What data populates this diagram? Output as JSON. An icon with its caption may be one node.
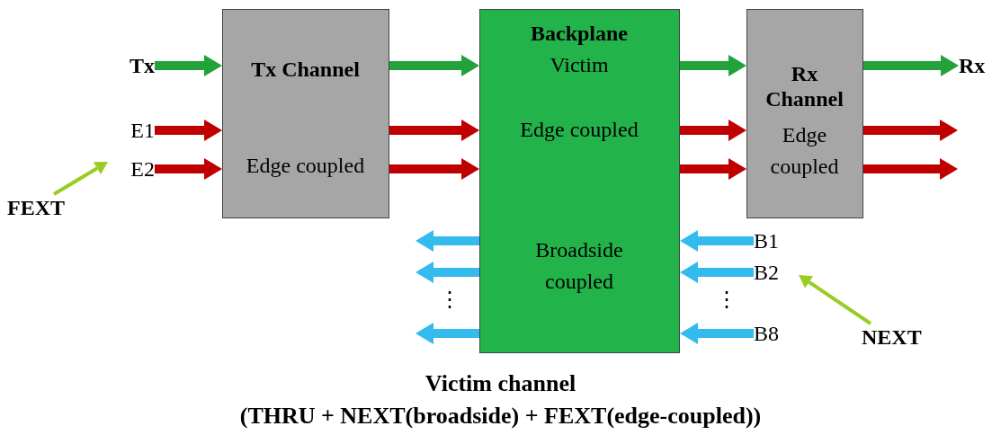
{
  "diagram": {
    "caption": "Victim channel",
    "nodes": [
      {
        "text": [
          "Tx"
        ]
      },
      {
        "text": [
          "Tx Channel",
          "Edge coupled"
        ]
      },
      {
        "text": [
          "E1"
        ]
      },
      {
        "text": [
          "E2"
        ]
      },
      {
        "text": [
          "FEXT"
        ]
      },
      {
        "text": [
          "Backplane",
          "Victim",
          "Edge coupled",
          "Broadside coupled"
        ]
      },
      {
        "text": [
          "Rx Channel",
          "Edge coupled"
        ]
      },
      {
        "text": [
          "Rx"
        ]
      },
      {
        "text": [
          "B1"
        ]
      },
      {
        "text": [
          "B2"
        ]
      },
      {
        "text": [
          "B8"
        ]
      },
      {
        "text": [
          "NEXT"
        ]
      }
    ],
    "edges": [
      {
        "from": 0,
        "to": 1,
        "arrow": "to",
        "color": "#22a33a"
      },
      {
        "from": 2,
        "to": 1,
        "arrow": "to"
      },
      {
        "from": 3,
        "to": 1,
        "arrow": "to"
      },
      {
        "from": 4,
        "to": 3,
        "arrow": "to",
        "color": "#99cc22"
      },
      {
        "from": 1,
        "to": 5,
        "arrow": "to",
        "color": "#22a33a"
      },
      {
        "from": 1,
        "to": 5,
        "arrow": "to"
      },
      {
        "from": 1,
        "to": 5,
        "arrow": "to"
      },
      {
        "from": 5,
        "to": 6,
        "arrow": "to",
        "color": "#22a33a"
      },
      {
        "from": 5,
        "to": 6,
        "arrow": "to"
      },
      {
        "from": 5,
        "to": 6,
        "arrow": "to"
      },
      {
        "from": 6,
        "to": 7,
        "arrow": "to",
        "color": "#22a33a"
      },
      {
        "from": 6,
        "to": null,
        "arrow": "to"
      },
      {
        "from": 6,
        "to": null,
        "arrow": "to"
      },
      {
        "from": 8,
        "to": 5,
        "arrow": "to",
        "color": "#33bbee"
      },
      {
        "from": 9,
        "to": 5,
        "arrow": "to",
        "color": "#33bbee"
      },
      {
        "from": 10,
        "to": 5,
        "arrow": "to",
        "color": "#33bbee"
      },
      {
        "from": 5,
        "to": null,
        "arrow": "to",
        "color": "#33bbee"
      },
      {
        "from": 5,
        "to": null,
        "arrow": "to",
        "color": "#33bbee"
      },
      {
        "from": 5,
        "to": null,
        "arrow": "to",
        "color": "#33bbee"
      },
      {
        "from": 11,
        "to": 9,
        "arrow": "to",
        "color": "#99cc22"
      }
    ],
    "labels": [
      "⋮",
      "⋮",
      "(THRU + NEXT(broadside) + FEXT(edge-coupled))"
    ]
  }
}
